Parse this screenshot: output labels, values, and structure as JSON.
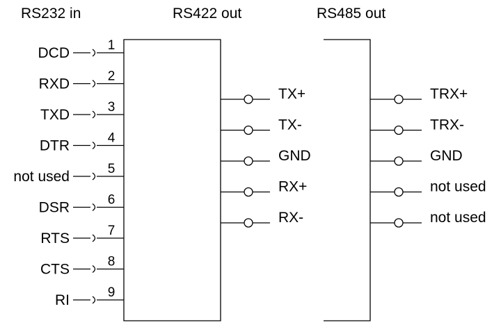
{
  "headers": {
    "rs232": "RS232 in",
    "rs422": "RS422 out",
    "rs485": "RS485 out"
  },
  "rs232_pins": [
    {
      "pin": "1",
      "signal": "DCD"
    },
    {
      "pin": "2",
      "signal": "RXD"
    },
    {
      "pin": "3",
      "signal": "TXD"
    },
    {
      "pin": "4",
      "signal": "DTR"
    },
    {
      "pin": "5",
      "signal": "not used"
    },
    {
      "pin": "6",
      "signal": "DSR"
    },
    {
      "pin": "7",
      "signal": "RTS"
    },
    {
      "pin": "8",
      "signal": "CTS"
    },
    {
      "pin": "9",
      "signal": "RI"
    }
  ],
  "rs422_pins": [
    "TX+",
    "TX-",
    "GND",
    "RX+",
    "RX-"
  ],
  "rs485_pins": [
    "TRX+",
    "TRX-",
    "GND",
    "not used",
    "not used"
  ]
}
